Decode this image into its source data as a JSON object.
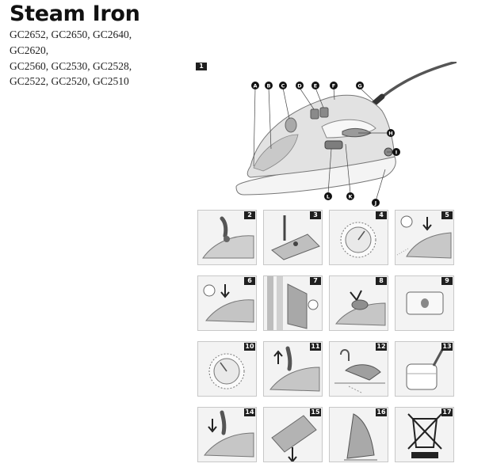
{
  "document": {
    "title": "Steam Iron",
    "models": [
      "GC2652, GC2650, GC2640,",
      "GC2620,",
      "GC2560, GC2530, GC2528,",
      "GC2522, GC2520, GC2510"
    ]
  },
  "figure_main": {
    "number": "1",
    "callouts": [
      "A",
      "B",
      "C",
      "D",
      "E",
      "F",
      "G",
      "H",
      "I",
      "J",
      "K",
      "L"
    ]
  },
  "figures": [
    {
      "number": "2",
      "icon": "iron-thumb-spray-icon"
    },
    {
      "number": "3",
      "icon": "iron-soleplate-screwdriver-icon"
    },
    {
      "number": "4",
      "icon": "temperature-dial-icon"
    },
    {
      "number": "5",
      "icon": "spray-button-icon"
    },
    {
      "number": "6",
      "icon": "steam-boost-icon"
    },
    {
      "number": "7",
      "icon": "vertical-steam-curtain-icon"
    },
    {
      "number": "8",
      "icon": "self-clean-knob-icon"
    },
    {
      "number": "9",
      "icon": "water-tank-window-icon"
    },
    {
      "number": "10",
      "icon": "temperature-dial-icon"
    },
    {
      "number": "11",
      "icon": "calc-clean-button-icon"
    },
    {
      "number": "12",
      "icon": "sink-descaling-icon"
    },
    {
      "number": "13",
      "icon": "vinegar-pot-icon"
    },
    {
      "number": "14",
      "icon": "iron-finger-press-icon"
    },
    {
      "number": "15",
      "icon": "cord-wrap-icon"
    },
    {
      "number": "16",
      "icon": "iron-upright-storage-icon"
    },
    {
      "number": "17",
      "icon": "crossed-out-bin-icon"
    }
  ]
}
